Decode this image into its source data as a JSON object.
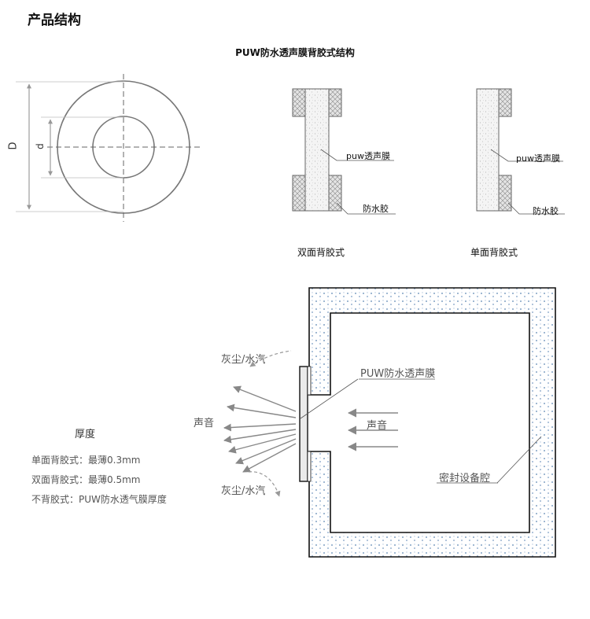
{
  "page": {
    "title": "产品结构",
    "diagram_title": "PUW防水透声膜背胶式结构"
  },
  "ring_diagram": {
    "outer_label": "D",
    "inner_label": "d"
  },
  "double_sided": {
    "caption": "双面背胶式",
    "membrane_label": "puw透声膜",
    "adhesive_label": "防水胶"
  },
  "single_sided": {
    "caption": "单面背胶式",
    "membrane_label": "puw透声膜",
    "adhesive_label": "防水胶"
  },
  "thickness": {
    "heading": "厚度",
    "lines": [
      "单面背胶式：最薄0.3mm",
      "双面背胶式：最薄0.5mm",
      "不背胶式：PUW防水透气膜厚度"
    ]
  },
  "cavity_diagram": {
    "dust_top": "灰尘/水汽",
    "dust_bottom": "灰尘/水汽",
    "sound_outside": "声音",
    "sound_inside": "声音",
    "membrane_label": "PUW防水透声膜",
    "cavity_label": "密封设备腔"
  }
}
